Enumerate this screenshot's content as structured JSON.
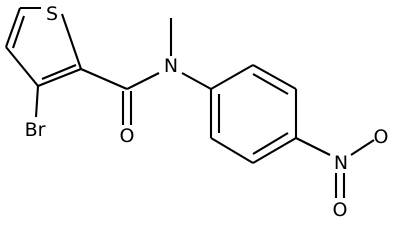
{
  "structure": {
    "atoms": {
      "sulfur": "S",
      "bromine": "Br",
      "amide_nitrogen": "N",
      "carbonyl_oxygen": "O",
      "nitro_nitrogen": "N",
      "nitro_oxygen_right": "O",
      "nitro_oxygen_bottom": "O"
    },
    "colors": {
      "bond": "#000000",
      "text": "#000000",
      "background": "#ffffff"
    }
  }
}
